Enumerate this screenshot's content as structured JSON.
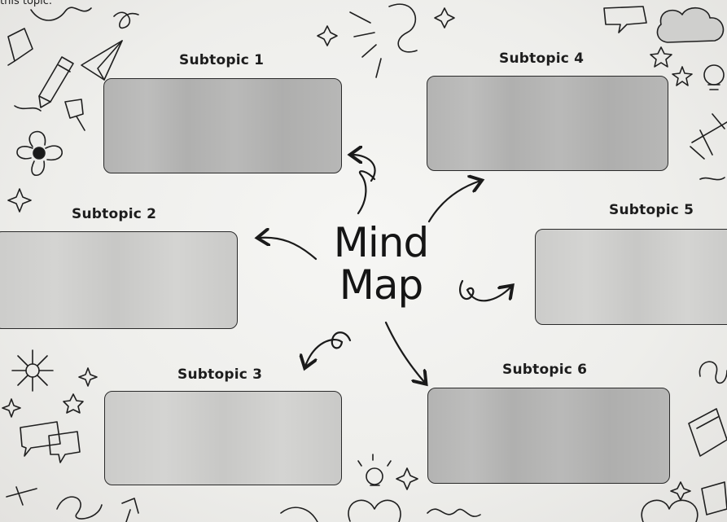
{
  "page": {
    "top_text": "this topic.",
    "center_title_line1": "Mind",
    "center_title_line2": "Map"
  },
  "subtopics": [
    {
      "label": "Subtopic 1"
    },
    {
      "label": "Subtopic 2"
    },
    {
      "label": "Subtopic 3"
    },
    {
      "label": "Subtopic 4"
    },
    {
      "label": "Subtopic 5"
    },
    {
      "label": "Subtopic 6"
    }
  ],
  "colors": {
    "paper": "#eeeeeb",
    "box_fill": "#bdbdbc",
    "ink": "#1c1c1c"
  },
  "icons": [
    "pencil-icon",
    "paper-plane-icon",
    "flower-icon",
    "pushpin-icon",
    "sparkle-icon",
    "cloud-icon",
    "star-icon",
    "lightbulb-icon",
    "airplane-icon",
    "speech-bubble-icon",
    "heart-icon",
    "book-icon",
    "scribble-icon"
  ]
}
